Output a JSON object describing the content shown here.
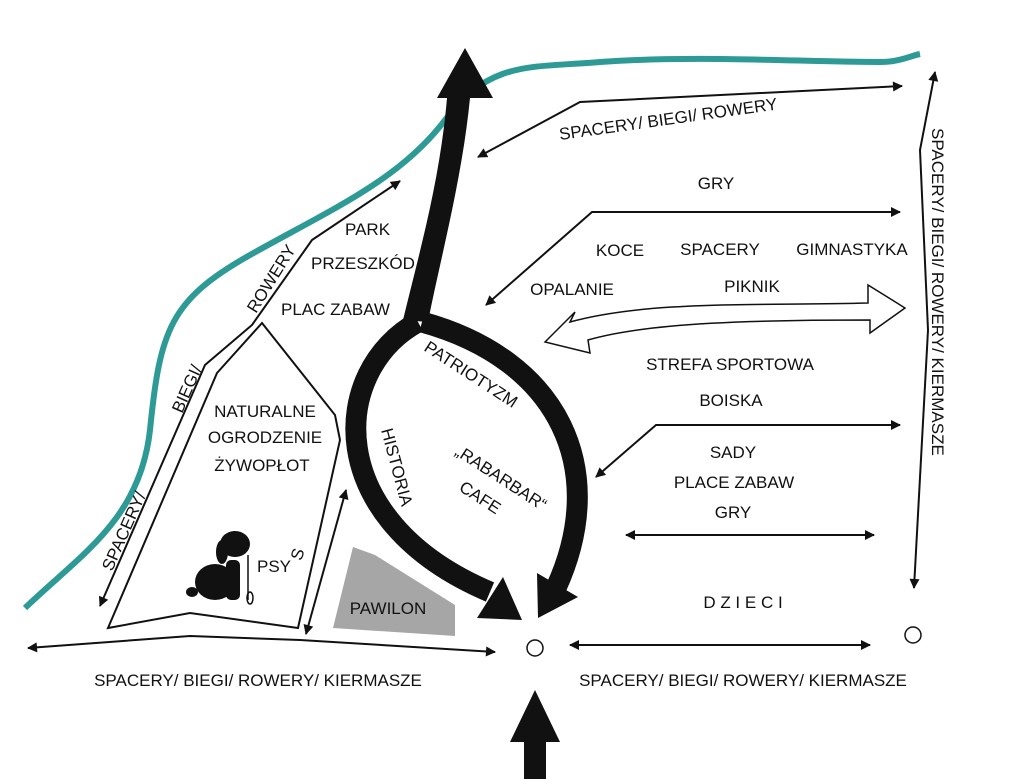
{
  "colors": {
    "river": "#2e9a96",
    "pavilion": "#a6a6a6",
    "ink": "#111111"
  },
  "labels": {
    "top_route": "SPACERY/ BIEGI/ ROWERY",
    "right_route": "SPACERY/ BIEGI/ ROWERY/ KIERMASZE",
    "gry_top": "GRY",
    "koce": "KOCE",
    "spacery": "SPACERY",
    "gimnastyka": "GIMNASTYKA",
    "opalanie": "OPALANIE",
    "piknik": "PIKNIK",
    "strefa": "STREFA SPORTOWA",
    "boiska": "BOISKA",
    "sady": "SADY",
    "place_zabaw": "PLACE ZABAW",
    "gry_bottom": "GRY",
    "dzieci": "D Z I E C I",
    "bottom_left_route": "SPACERY/ BIEGI/ ROWERY/ KIERMASZE",
    "bottom_right_route": "SPACERY/ BIEGI/ ROWERY/ KIERMASZE",
    "left_spacery": "SPACERY/",
    "left_biegi": "BIEGI/",
    "left_rowery": "ROWERY",
    "park": "PARK",
    "przeszkod": "PRZESZKÓD",
    "plac_zabaw": "PLAC ZABAW",
    "naturalne": "NATURALNE",
    "ogrodzenie": "OGRODZENIE",
    "zywoplot": "ŻYWOPŁOT",
    "psy": "PSY",
    "s": "S",
    "pawilon": "PAWILON",
    "patriotyzm": "PATRIOTYZM",
    "historia": "HISTORIA",
    "rabarbar": "„RABARBAR“",
    "cafe": "CAFE"
  },
  "icons": [
    "dog-on-leash-icon",
    "entrance-circle-icon"
  ]
}
